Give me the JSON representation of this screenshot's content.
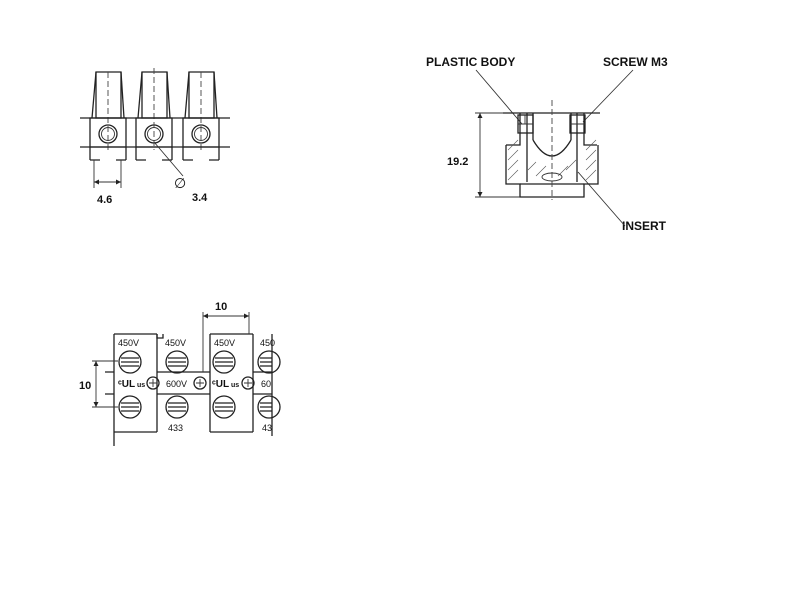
{
  "side_view": {
    "dim_width": "4.6",
    "dim_hole": "3.4",
    "diameter_symbol": "∅"
  },
  "section_view": {
    "label_body": "PLASTIC BODY",
    "label_screw": "SCREW  M3",
    "label_insert": "INSERT",
    "dim_height": "19.2"
  },
  "top_view": {
    "dim_pitch": "10",
    "dim_row": "10",
    "rating_top": [
      "450V",
      "450V",
      "450V",
      "450"
    ],
    "rating_mid_1": "600V",
    "rating_mid_2": "60",
    "code_bottom": [
      "433",
      "43"
    ],
    "ul_mark": "ᶜUL",
    "ul_suffix": "us"
  }
}
